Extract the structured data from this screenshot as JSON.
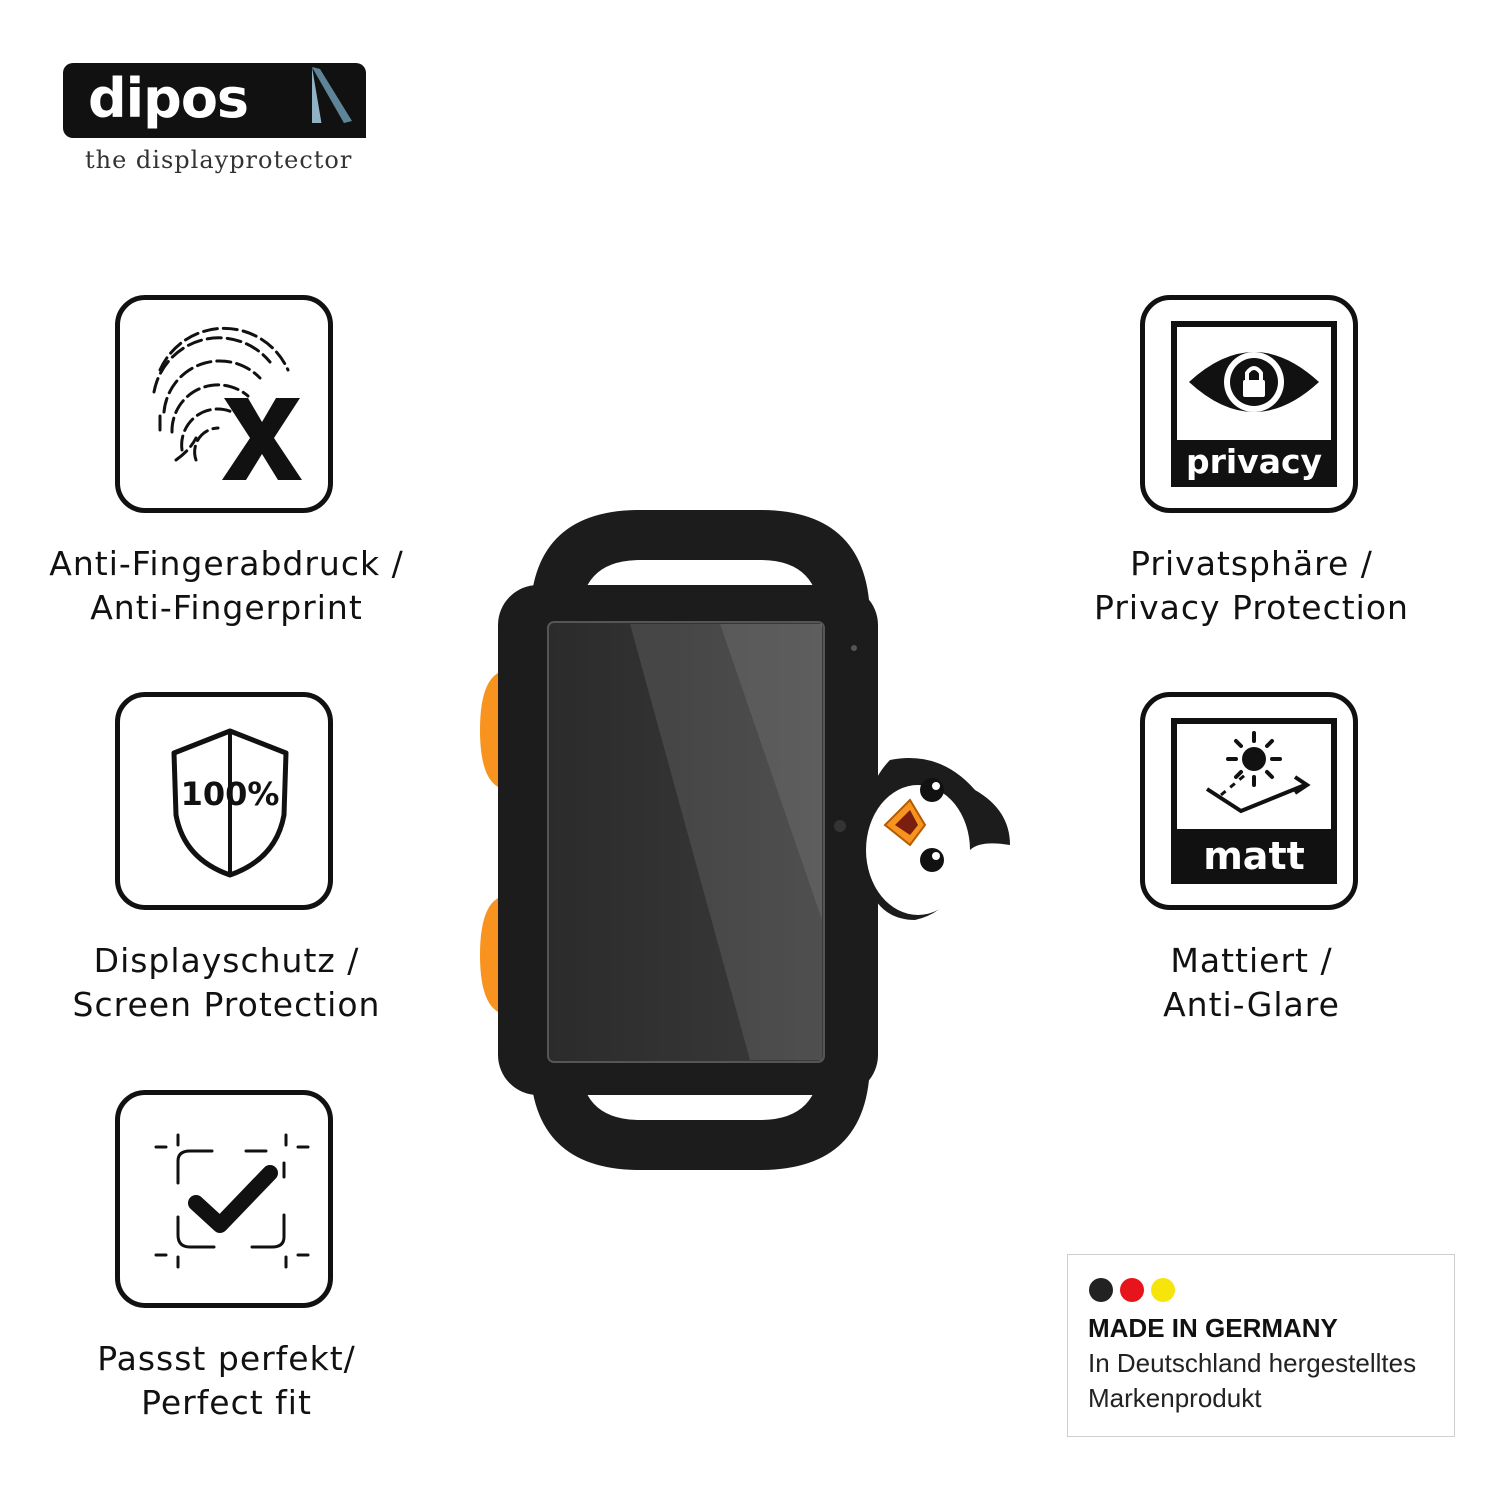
{
  "brand": {
    "name": "dipos",
    "tagline": "the displayprotector"
  },
  "features": {
    "anti_fingerprint": {
      "icon": "fingerprint-x-icon",
      "line1": "Anti-Fingerabdruck /",
      "line2": "Anti-Fingerprint"
    },
    "screen_protection": {
      "icon": "shield-100-icon",
      "badge": "100%",
      "line1": "Displayschutz /",
      "line2": "Screen Protection"
    },
    "perfect_fit": {
      "icon": "check-frame-icon",
      "line1": "Passst perfekt/",
      "line2": "Perfect fit"
    },
    "privacy": {
      "icon": "eye-lock-icon",
      "badge": "privacy",
      "line1": "Privatsphäre /",
      "line2": "Privacy Protection"
    },
    "matte": {
      "icon": "sun-reflection-icon",
      "badge": "matt",
      "line1": "Mattiert /",
      "line2": "Anti-Glare"
    }
  },
  "made_in_germany": {
    "title": "MADE IN GERMANY",
    "line1": "In Deutschland hergestelltes",
    "line2": "Markenprodukt",
    "colors": [
      "#222222",
      "#e8141b",
      "#f7e40b"
    ]
  },
  "product": {
    "image": "penguin-tablet-case",
    "case_color": "#1a1a1a",
    "accent_color": "#f7931e"
  }
}
